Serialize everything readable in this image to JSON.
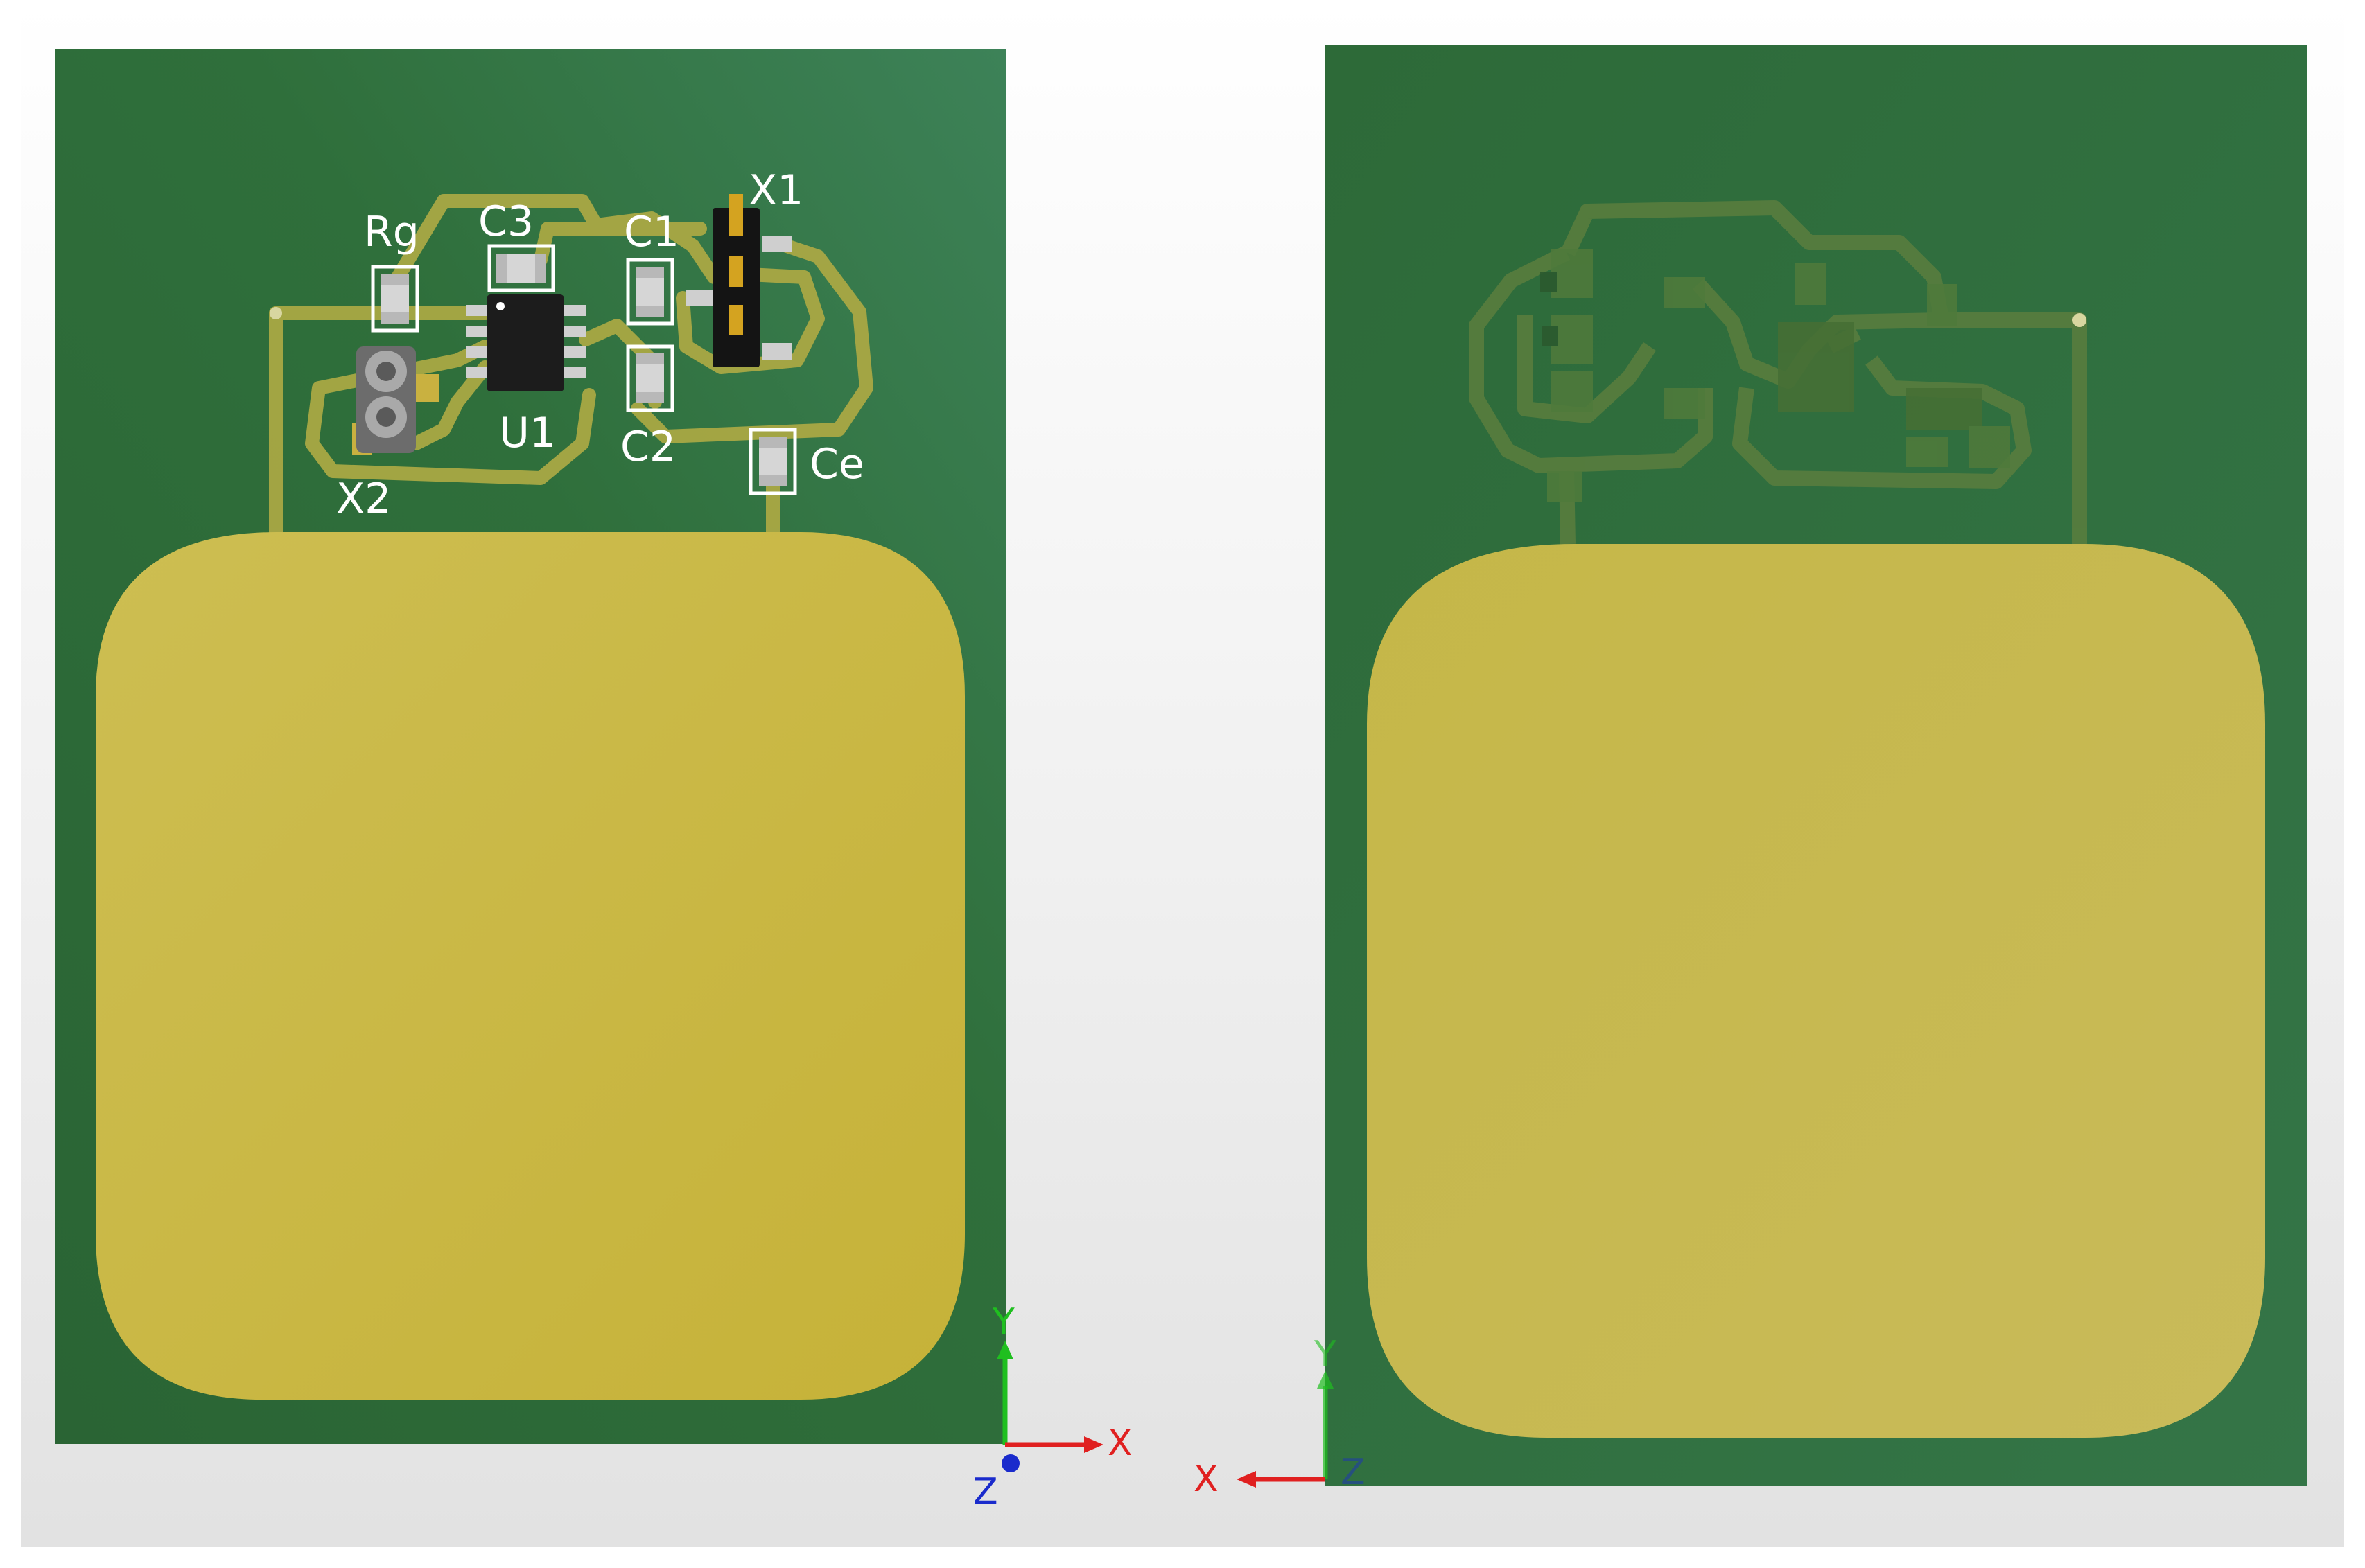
{
  "front_view": {
    "labels": {
      "rg": "Rg",
      "c3": "C3",
      "c1": "C1",
      "x1": "X1",
      "u1": "U1",
      "c2": "C2",
      "ce": "Ce",
      "x2": "X2"
    },
    "axes": {
      "x": "X",
      "y": "Y",
      "z": "Z"
    }
  },
  "back_view": {
    "axes": {
      "x": "X",
      "y": "Y",
      "z": "Z"
    }
  },
  "colors": {
    "board": "#2e6e3c",
    "copper_pad": "#c9b846",
    "trace": "#a9a844",
    "axis_x": "#e02020",
    "axis_y": "#1fbf1f",
    "axis_z": "#1a2bcc"
  }
}
